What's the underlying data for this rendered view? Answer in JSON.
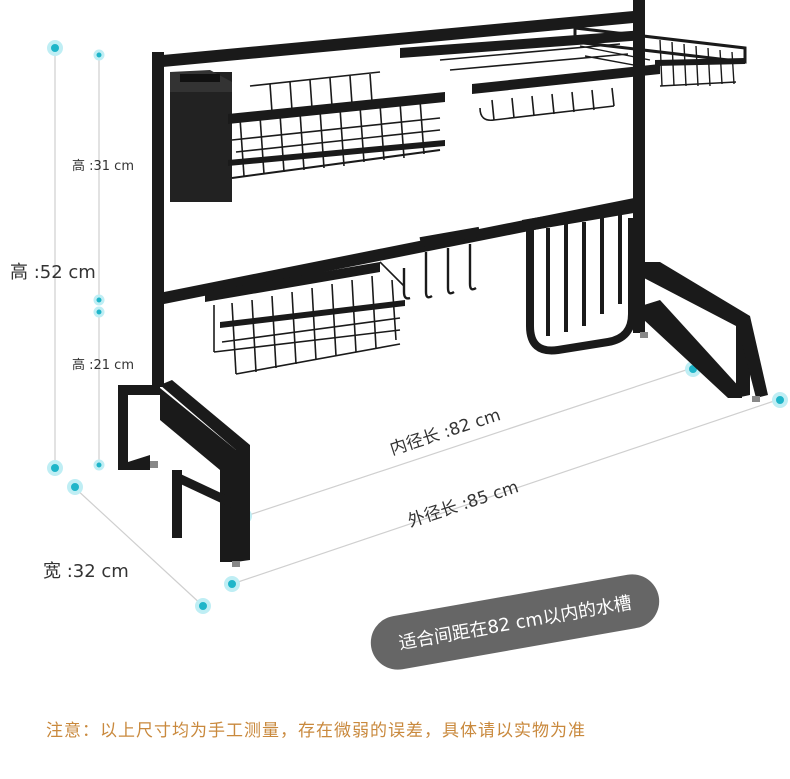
{
  "labels": {
    "height_top": "高 :31 cm",
    "height_total": "高 :52 cm",
    "height_bottom": "高 :21 cm",
    "inner_length": "内径长 :82 cm",
    "outer_length": "外径长 :85 cm",
    "width": "宽 :32 cm"
  },
  "badge": "适合间距在82 cm以内的水槽",
  "note": "注意：以上尺寸均为手工测量，存在微弱的误差，具体请以实物为准",
  "colors": {
    "accent": "#1fb5c9",
    "rack": "#1a1a1a",
    "guide": "#c8c8c8",
    "badge_bg": "#666666",
    "note_text": "#c9893d"
  }
}
